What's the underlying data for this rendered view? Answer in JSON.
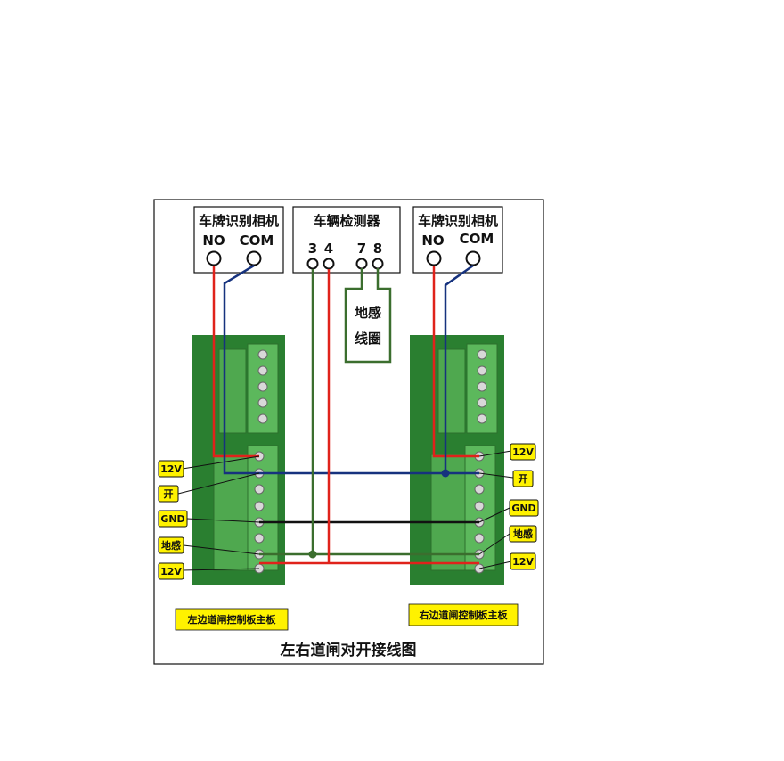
{
  "camera_left": {
    "title": "车牌识别相机",
    "no": "NO",
    "com": "COM"
  },
  "detector": {
    "title": "车辆检测器",
    "t3": "3",
    "t4": "4",
    "t7": "7",
    "t8": "8"
  },
  "camera_right": {
    "title": "车牌识别相机",
    "no": "NO",
    "com": "COM"
  },
  "loop_coil": {
    "line1": "地感",
    "line2": "线圈"
  },
  "left_board": {
    "tags": [
      "12V",
      "开",
      "GND",
      "地感",
      "12V"
    ],
    "label": "左边道闸控制板主板"
  },
  "right_board": {
    "tags": [
      "12V",
      "开",
      "GND",
      "地感",
      "12V"
    ],
    "label": "右边道闸控制板主板"
  },
  "caption": "左右道闸对开接线图",
  "colors": {
    "wire_red": "#e0221b",
    "wire_blue": "#16327e",
    "wire_green": "#3b6e2e",
    "wire_black": "#111111",
    "tag_fill": "#fff200",
    "pcb_green": "#2f8a35",
    "terminal_green": "#5cb85c"
  }
}
